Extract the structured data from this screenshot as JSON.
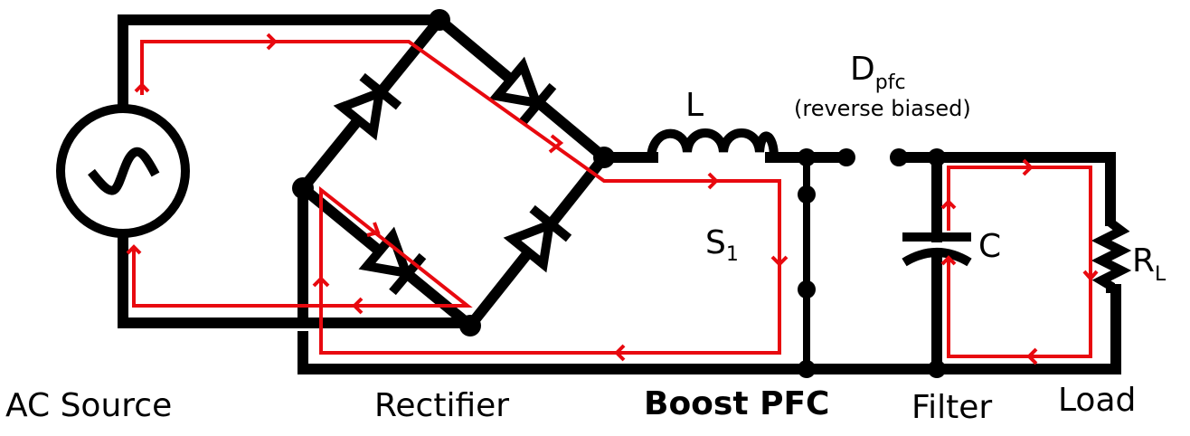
{
  "diagram": {
    "title": "Boost PFC converter current path (switch S1 on)",
    "colors": {
      "wire": "#000000",
      "current_path": "#e8090f",
      "background": "#ffffff"
    },
    "sections": {
      "ac_source": "AC Source",
      "rectifier": "Rectifier",
      "boost_pfc": "Boost PFC",
      "filter": "Filter",
      "load": "Load"
    },
    "components": {
      "inductor": {
        "label": "L"
      },
      "diode_pfc": {
        "label": "D",
        "subscript": "pfc",
        "note": "(reverse biased)"
      },
      "switch": {
        "label": "S",
        "subscript": "1"
      },
      "capacitor": {
        "label": "C"
      },
      "resistor": {
        "label": "R",
        "subscript": "L"
      },
      "source": {
        "icon": "ac-sine-icon"
      }
    }
  }
}
